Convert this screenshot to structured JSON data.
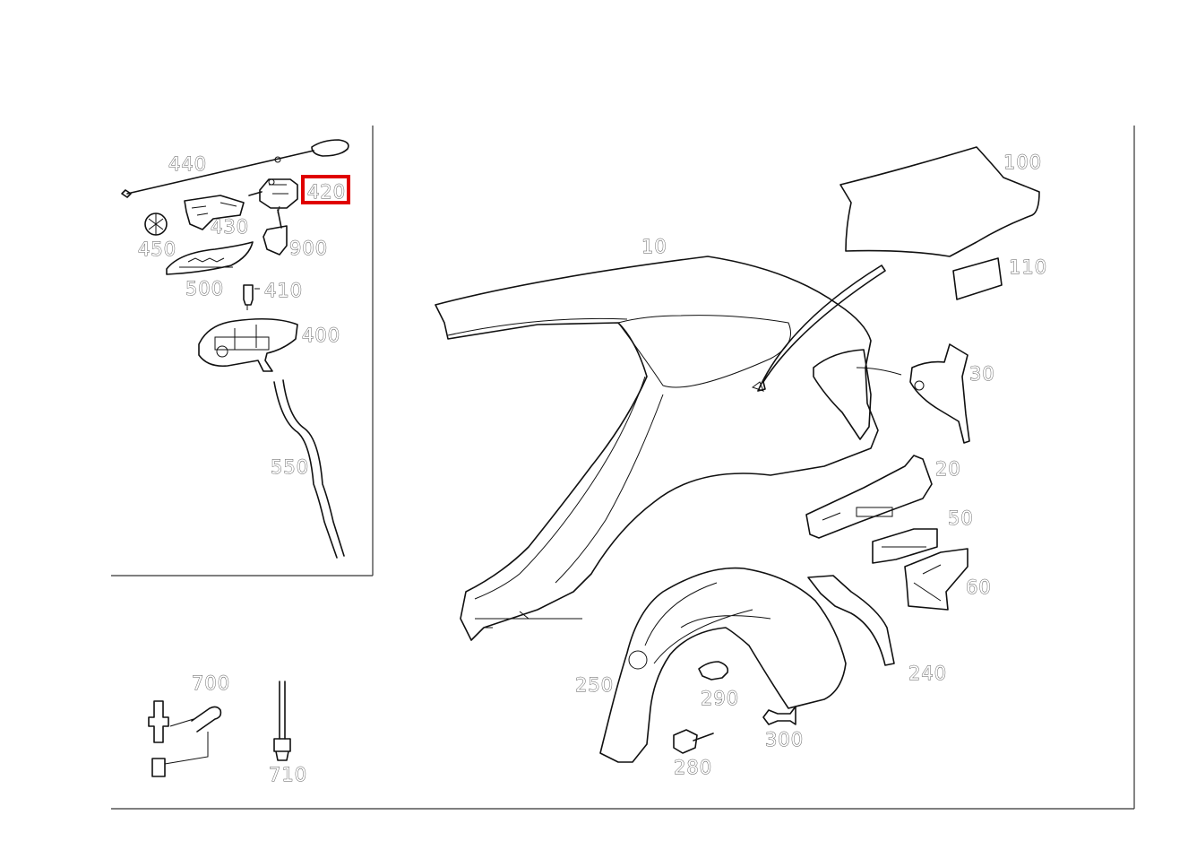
{
  "parts": [
    {
      "id": "p440",
      "label": "440"
    },
    {
      "id": "p420",
      "label": "420",
      "highlighted": true
    },
    {
      "id": "p430",
      "label": "430"
    },
    {
      "id": "p450",
      "label": "450"
    },
    {
      "id": "p900",
      "label": "900"
    },
    {
      "id": "p500",
      "label": "500"
    },
    {
      "id": "p410",
      "label": "410"
    },
    {
      "id": "p400",
      "label": "400"
    },
    {
      "id": "p550",
      "label": "550"
    },
    {
      "id": "p700",
      "label": "700"
    },
    {
      "id": "p710",
      "label": "710"
    },
    {
      "id": "p10",
      "label": "10"
    },
    {
      "id": "p100",
      "label": "100"
    },
    {
      "id": "p110",
      "label": "110"
    },
    {
      "id": "p30",
      "label": "30"
    },
    {
      "id": "p20",
      "label": "20"
    },
    {
      "id": "p50",
      "label": "50"
    },
    {
      "id": "p60",
      "label": "60"
    },
    {
      "id": "p240",
      "label": "240"
    },
    {
      "id": "p250",
      "label": "250"
    },
    {
      "id": "p290",
      "label": "290"
    },
    {
      "id": "p300",
      "label": "300"
    },
    {
      "id": "p280",
      "label": "280"
    }
  ],
  "highlight_color": "#e00000"
}
